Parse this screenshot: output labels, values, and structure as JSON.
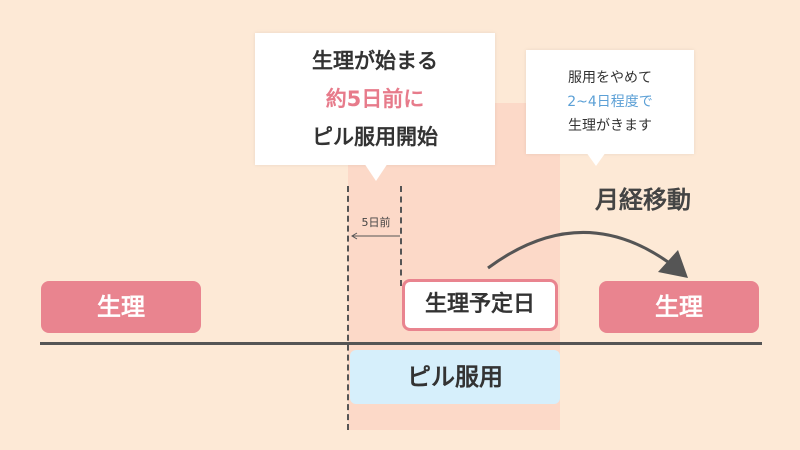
{
  "callout_left": {
    "line1": "生理が始まる",
    "line2": "約5日前に",
    "line3": "ピル服用開始"
  },
  "callout_right": {
    "line1": "服用をやめて",
    "line2": "2~4日程度で",
    "line3": "生理がきます"
  },
  "gap_label": "5日前",
  "shift_label": "月経移動",
  "period_label_left": "生理",
  "expected_label": "生理予定日",
  "period_label_right": "生理",
  "pill_label": "ピル服用",
  "colors": {
    "background": "#fde9d6",
    "pill_band": "#fcd9c8",
    "period": "#e9848f",
    "pill_box": "#d6effb",
    "highlight_pink": "#e77b8b",
    "highlight_blue": "#5ca0d6"
  }
}
